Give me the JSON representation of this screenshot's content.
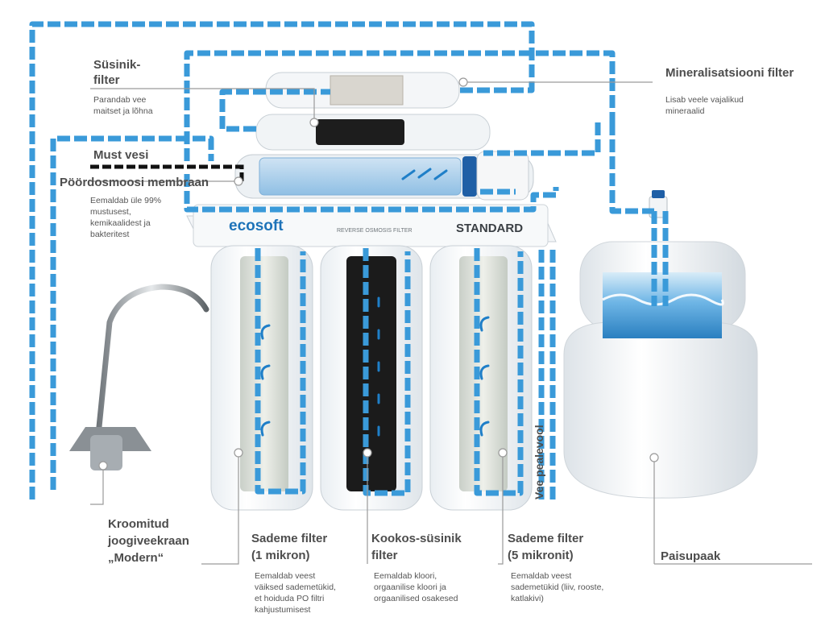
{
  "brand": {
    "logo": "ecosoft",
    "subtitle": "REVERSE OSMOSIS FILTER",
    "model": "STANDARD"
  },
  "labels": {
    "carbon_title_1": "Süsinik-",
    "carbon_title_2": "filter",
    "carbon_desc_1": "Parandab vee",
    "carbon_desc_2": "maitset ja lõhna",
    "dirty": "Must vesi",
    "membrane_title": "Pöördosmoosi membraan",
    "membrane_desc_1": "Eemaldab üle 99%",
    "membrane_desc_2": "mustusest,",
    "membrane_desc_3": "kemikaalidest ja",
    "membrane_desc_4": "bakteritest",
    "mineral_title": "Mineralisatsiooni filter",
    "mineral_desc_1": "Lisab veele vajalikud",
    "mineral_desc_2": "mineraalid",
    "overflow": "Vee pealevool",
    "faucet_1": "Kroomitud",
    "faucet_2": "joogiveekraan",
    "faucet_3": "„Modern“",
    "sed1_1": "Sademe filter",
    "sed1_2": "(1 mikron)",
    "sed1_desc_1": "Eemaldab veest",
    "sed1_desc_2": "väiksed sademetükid,",
    "sed1_desc_3": "et hoiduda PO filtri",
    "sed1_desc_4": "kahjustumisest",
    "coco_1": "Kookos-süsinik",
    "coco_2": "filter",
    "coco_desc_1": "Eemaldab kloori,",
    "coco_desc_2": "orgaanilise kloori ja",
    "coco_desc_3": "orgaanilised osakesed",
    "sed5_1": "Sademe filter",
    "sed5_2": "(5 mikronit)",
    "sed5_desc_1": "Eemaldab veest",
    "sed5_desc_2": "sademetükid (liiv, rooste,",
    "sed5_desc_3": "katlakivi)",
    "tank": "Paisupaak"
  },
  "colors": {
    "pipe": "#3a9ad9",
    "dirty_pipe": "#111111",
    "leader": "#9a9a9a",
    "text": "#4d4d4d",
    "brand": "#1e73b8"
  }
}
